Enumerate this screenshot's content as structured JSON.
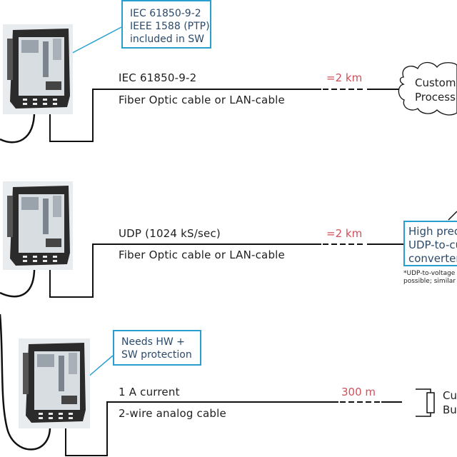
{
  "rows": [
    {
      "callout": [
        "IEC 61850-9-2",
        "IEEE 1588 (PTP)",
        "included in SW"
      ],
      "protocol_label": "IEC 61850-9-2",
      "cable_label": "Fiber Optic cable or LAN-cable",
      "distance": "=2 km",
      "endpoint": [
        "Custome",
        "Process"
      ]
    },
    {
      "protocol_label": "UDP (1024 kS/sec)",
      "cable_label": "Fiber Optic cable or LAN-cable",
      "distance": "=2 km",
      "endpoint": [
        "High prec",
        "UDP-to-cu",
        "converter"
      ],
      "footnote": [
        "*UDP-to-voltage",
        "possible; similar"
      ]
    },
    {
      "callout": [
        "Needs HW +",
        "SW protection"
      ],
      "protocol_label": "1 A current",
      "cable_label": "2-wire analog cable",
      "distance": "300 m",
      "endpoint": [
        "Cu",
        "Bu"
      ]
    }
  ],
  "colors": {
    "callout_border": "#2a9fcf",
    "callout_text": "#2b4a6a",
    "distance_text": "#d0505a",
    "wire": "#111111"
  }
}
